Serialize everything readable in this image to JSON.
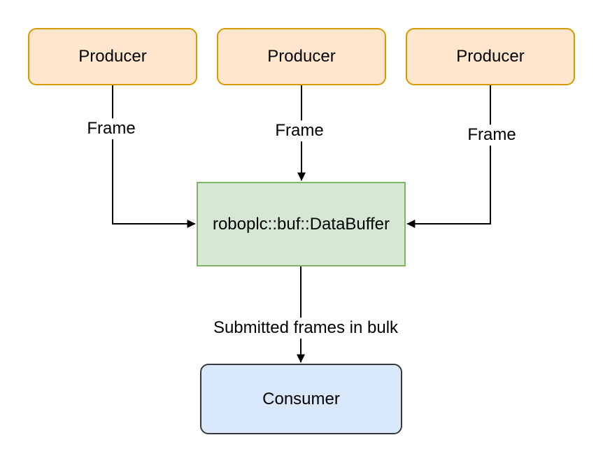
{
  "diagram": {
    "nodes": {
      "producer1": {
        "label": "Producer"
      },
      "producer2": {
        "label": "Producer"
      },
      "producer3": {
        "label": "Producer"
      },
      "buffer": {
        "label": "roboplc::buf::DataBuffer"
      },
      "consumer": {
        "label": "Consumer"
      }
    },
    "edges": {
      "frame1": {
        "label": "Frame",
        "from": "producer1",
        "to": "buffer"
      },
      "frame2": {
        "label": "Frame",
        "from": "producer2",
        "to": "buffer"
      },
      "frame3": {
        "label": "Frame",
        "from": "producer3",
        "to": "buffer"
      },
      "bulk": {
        "label": "Submitted frames in bulk",
        "from": "buffer",
        "to": "consumer"
      }
    },
    "colors": {
      "producer_fill": "#FFE6CC",
      "producer_stroke": "#D79B00",
      "buffer_fill": "#D5E8D4",
      "buffer_stroke": "#82B366",
      "consumer_fill": "#DAE8FC",
      "consumer_stroke": "#36393D",
      "arrow": "#000000",
      "label_text": "#000000",
      "background": "#FFFFFF"
    }
  }
}
